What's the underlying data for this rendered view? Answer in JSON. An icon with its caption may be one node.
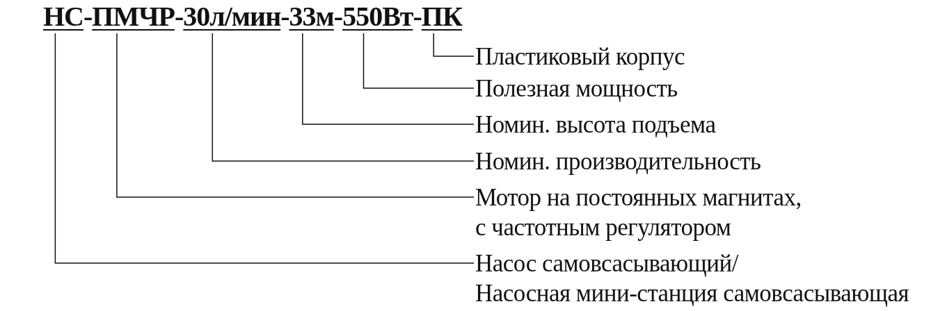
{
  "diagram": {
    "nodes": [
      {
        "text": [
          "НС"
        ]
      },
      {
        "text": [
          "ПМЧР"
        ]
      },
      {
        "text": [
          "30л/мин"
        ]
      },
      {
        "text": [
          "33м"
        ]
      },
      {
        "text": [
          "550Вт"
        ]
      },
      {
        "text": [
          "ПК"
        ]
      },
      {
        "text": [
          "Пластиковый корпус"
        ]
      },
      {
        "text": [
          "Полезная мощность"
        ]
      },
      {
        "text": [
          "Номин. высота подъема"
        ]
      },
      {
        "text": [
          "Номин. производительность"
        ]
      },
      {
        "text": [
          "Мотор на постоянных магнитах, с частотным регулятором"
        ]
      },
      {
        "text": [
          "Насос самовсасывающий/ Насосная мини-станция самовсасывающая"
        ]
      }
    ],
    "edges": [
      {
        "from": 5,
        "to": 6,
        "arrow": "none"
      },
      {
        "from": 4,
        "to": 7,
        "arrow": "none"
      },
      {
        "from": 3,
        "to": 8,
        "arrow": "none"
      },
      {
        "from": 2,
        "to": 9,
        "arrow": "none"
      },
      {
        "from": 1,
        "to": 10,
        "arrow": "none"
      },
      {
        "from": 0,
        "to": 11,
        "arrow": "none"
      }
    ],
    "labels": [
      "-",
      "-",
      "-",
      "-",
      "-"
    ]
  }
}
